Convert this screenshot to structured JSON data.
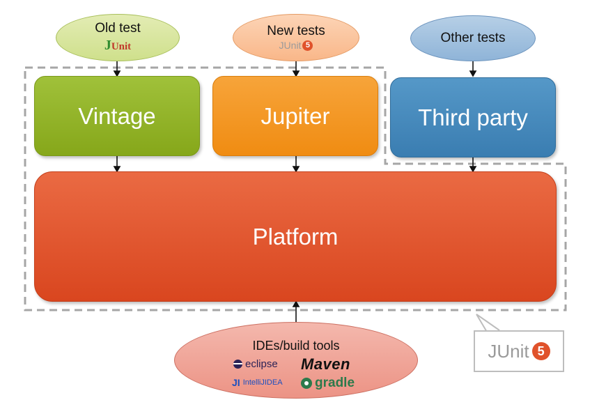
{
  "ellipses": {
    "old": {
      "title": "Old test",
      "logo_j": "J",
      "logo_unit": "Unit"
    },
    "new": {
      "title": "New tests",
      "logo_text": "JUnit",
      "logo_badge": "5"
    },
    "other": {
      "title": "Other tests"
    },
    "ides": {
      "title": "IDEs/build tools",
      "eclipse": "eclipse",
      "maven": "Maven",
      "intellij_mark": "JI",
      "intellij": "IntelliJIDEA",
      "gradle": "gradle"
    }
  },
  "boxes": {
    "vintage": "Vintage",
    "jupiter": "Jupiter",
    "third_party": "Third party",
    "platform": "Platform"
  },
  "callout": {
    "text": "JUnit",
    "badge": "5"
  },
  "colors": {
    "vintage": "#8aab1e",
    "jupiter": "#f39320",
    "third_party": "#3e84b8",
    "platform": "#e0522b",
    "dashed_border": "#a6a6a6"
  }
}
